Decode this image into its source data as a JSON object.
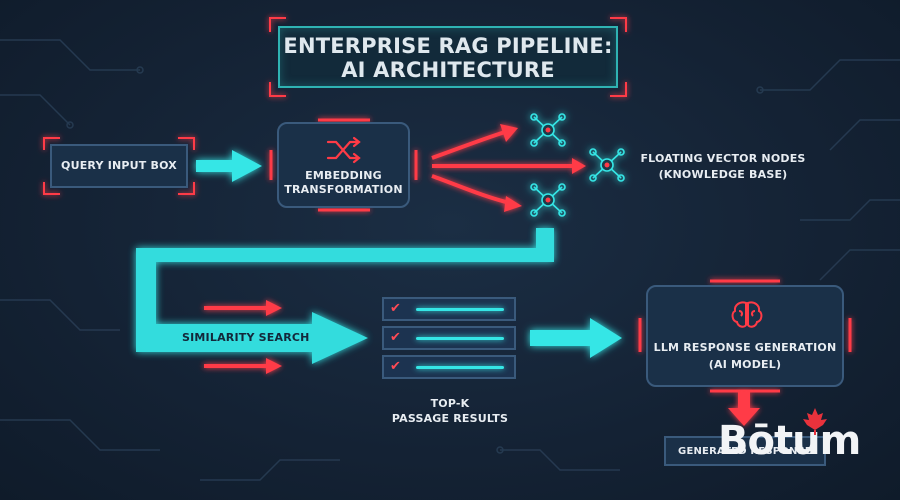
{
  "title": {
    "line1": "ENTERPRISE RAG PIPELINE:",
    "line2": "AI ARCHITECTURE"
  },
  "nodes": {
    "query_input": "QUERY INPUT BOX",
    "embedding_line1": "EMBEDDING",
    "embedding_line2": "TRANSFORMATION",
    "vector_nodes_line1": "FLOATING VECTOR NODES",
    "vector_nodes_line2": "(KNOWLEDGE BASE)",
    "similarity_search": "SIMILARITY SEARCH",
    "topk_line1": "TOP-K",
    "topk_line2": "PASSAGE RESULTS",
    "llm_line1": "LLM RESPONSE GENERATION",
    "llm_line2": "(AI MODEL)",
    "generated_response": "GENERATED RESPONSE"
  },
  "results": [
    {
      "check": "✔"
    },
    {
      "check": "✔"
    },
    {
      "check": "✔"
    }
  ],
  "icons": {
    "embedding": "shuffle-icon",
    "llm": "brain-icon",
    "vector": "network-node-icon",
    "logo_mark": "maple-leaf-icon"
  },
  "logo": {
    "text": "Bōtum"
  },
  "colors": {
    "cyan": "#35e6e6",
    "red": "#ff3b46",
    "box_border": "#3a5a7c",
    "box_fill": "#1a3048",
    "background": "#152436"
  }
}
